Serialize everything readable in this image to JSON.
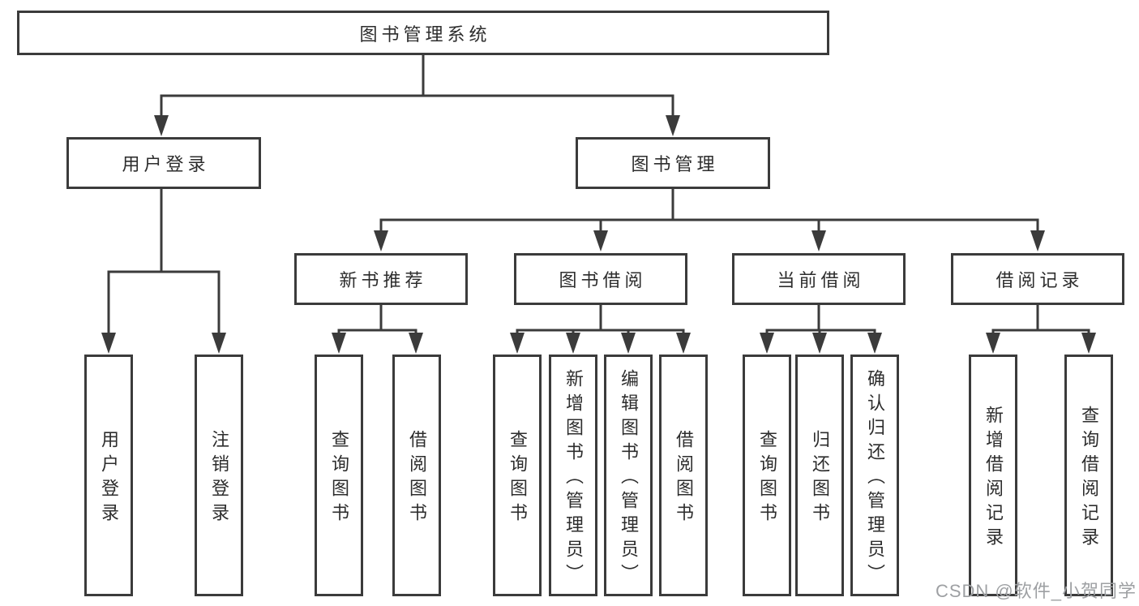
{
  "colors": {
    "line": "#3b3b3b",
    "text": "#2d2d2d",
    "box_bg": "#ffffff",
    "watermark": "#9ea0a3"
  },
  "watermark": {
    "text": "CSDN @软件_小贺同学"
  },
  "tree": {
    "root": {
      "label": "图书管理系统"
    },
    "branches": [
      {
        "label": "用户登录",
        "children": [
          {
            "label": "用户登录"
          },
          {
            "label": "注销登录"
          }
        ]
      },
      {
        "label": "图书管理",
        "children": [
          {
            "label": "新书推荐",
            "children": [
              {
                "label": "查询图书"
              },
              {
                "label": "借阅图书"
              }
            ]
          },
          {
            "label": "图书借阅",
            "children": [
              {
                "label": "查询图书"
              },
              {
                "label": "新增图书（管理员）"
              },
              {
                "label": "编辑图书（管理员）"
              },
              {
                "label": "借阅图书"
              }
            ]
          },
          {
            "label": "当前借阅",
            "children": [
              {
                "label": "查询图书"
              },
              {
                "label": "归还图书"
              },
              {
                "label": "确认归还（管理员）"
              }
            ]
          },
          {
            "label": "借阅记录",
            "children": [
              {
                "label": "新增借阅记录"
              },
              {
                "label": "查询借阅记录"
              }
            ]
          }
        ]
      }
    ]
  }
}
